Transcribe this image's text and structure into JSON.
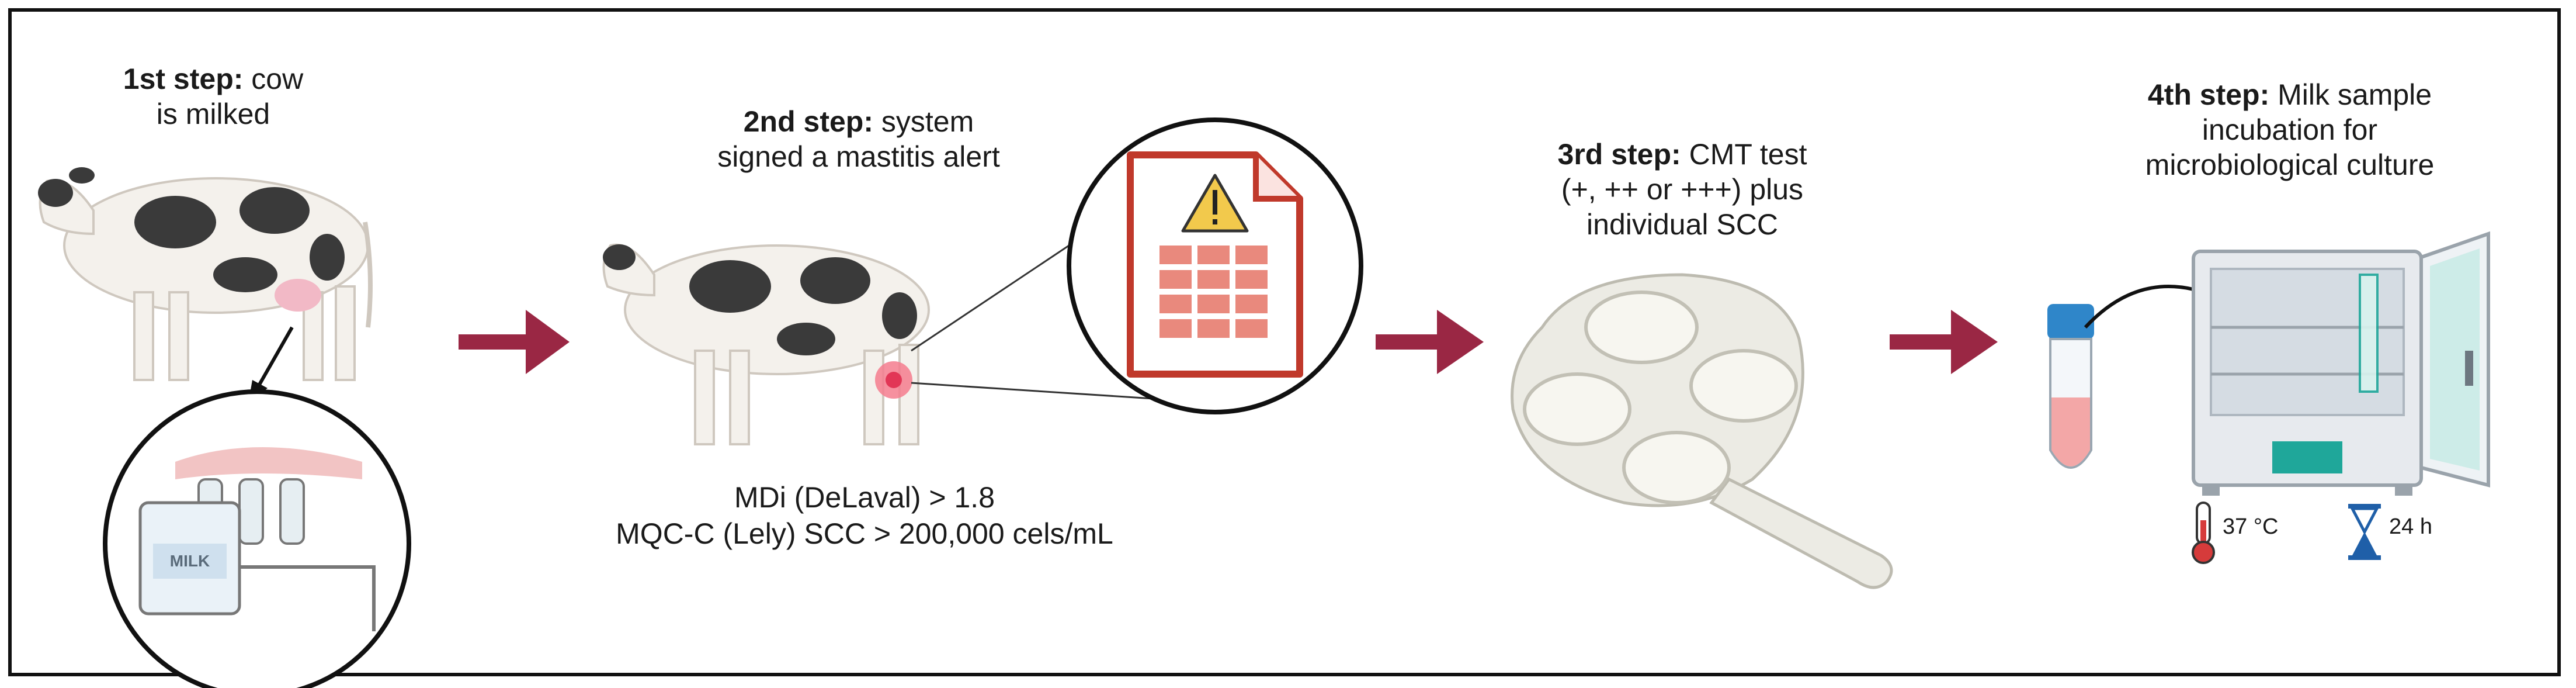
{
  "steps": [
    {
      "label": "1st step:",
      "line1": "cow",
      "line2": "is milked"
    },
    {
      "label": "2nd step:",
      "line1": "system",
      "line2": "signed a mastitis alert"
    },
    {
      "label": "3rd step:",
      "line1": "CMT test",
      "line2": "(+, ++ or +++) plus",
      "line3": "individual SCC"
    },
    {
      "label": "4th step:",
      "line1": "Milk sample",
      "line2": "incubation for",
      "line3": "microbiological culture"
    }
  ],
  "alerts": {
    "line1": "MDi (DeLaval) > 1.8",
    "line2": "MQC-C (Lely) SCC > 200,000 cels/mL"
  },
  "milk_label": "MILK",
  "incubation": {
    "temperature": "37 °C",
    "time": "24 h"
  },
  "colors": {
    "arrow": "#9a2744",
    "alert_red": "#c0392b",
    "warning_yellow": "#f2c94c",
    "teal": "#1fa79a",
    "tube_cap": "#2f86c9",
    "sample_pink": "#f3a7a7"
  },
  "icons": [
    "thermometer-icon",
    "hourglass-icon",
    "warning-icon",
    "alert-document-icon"
  ]
}
